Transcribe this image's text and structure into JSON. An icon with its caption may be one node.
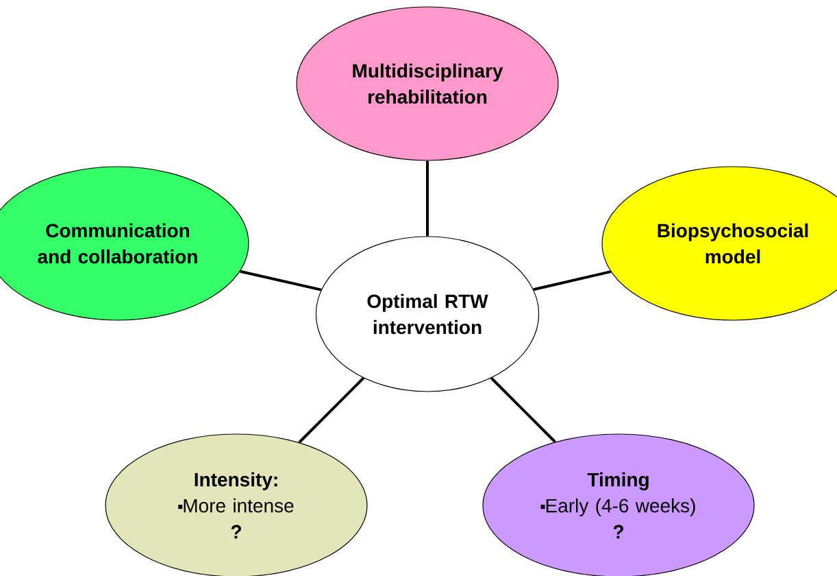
{
  "diagram": {
    "nodes": [
      {
        "text": [
          "Optimal RTW intervention"
        ]
      },
      {
        "text": [
          "Multidisciplinary rehabilitation"
        ]
      },
      {
        "text": [
          "Communication and collaboration"
        ]
      },
      {
        "text": [
          "Biopsychosocial model"
        ]
      },
      {
        "text": [
          "Intensity:",
          "More intense",
          "?"
        ]
      },
      {
        "text": [
          "Timing",
          "Early (4-6 weeks)",
          "?"
        ]
      }
    ],
    "edges": [
      {
        "from": 0,
        "to": 1,
        "arrow": "none"
      },
      {
        "from": 0,
        "to": 2,
        "arrow": "none"
      },
      {
        "from": 0,
        "to": 3,
        "arrow": "none"
      },
      {
        "from": 0,
        "to": 4,
        "arrow": "none"
      },
      {
        "from": 0,
        "to": 5,
        "arrow": "none"
      }
    ]
  }
}
